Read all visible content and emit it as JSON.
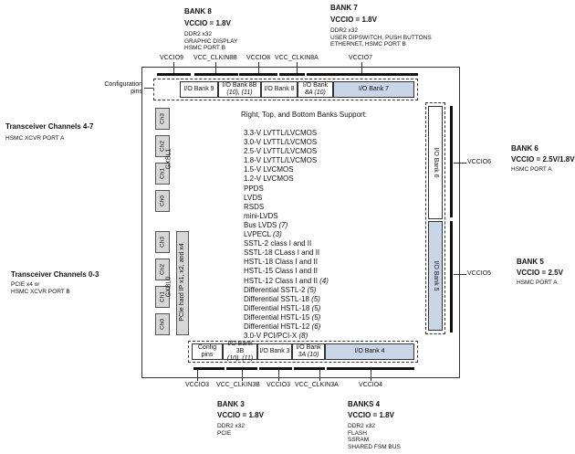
{
  "top_banks": {
    "bank8": {
      "title": "BANK 8",
      "vccio": "VCCIO = 1.8V",
      "desc": [
        "DDR2 x32",
        "GRAPHIC DISPLAY",
        "HSMC PORT B"
      ]
    },
    "bank7": {
      "title": "BANK 7",
      "vccio": "VCCIO = 1.8V",
      "desc": [
        "DDR2 x32",
        "USER DIPSWITCH, PUSH BUTTONS",
        "ETHERNET, HSMC PORT B"
      ]
    }
  },
  "top_pins": [
    "VCCIO9",
    "VCC_CLKIN8B",
    "VCCIO8",
    "VCC_CLKIN8A",
    "VCCIO7"
  ],
  "config_pins_left": "Configuration\npins",
  "top_row": {
    "io9": "I/O Bank 9",
    "io8b": "I/O Bank 8B",
    "io8b_sub": "(10), (11)",
    "io8": "I/O Bank 8",
    "io8a": "I/O Bank",
    "io8a_sub": "8A (10)",
    "io7": "I/O Bank 7"
  },
  "left_side": {
    "ch_upper": [
      "Ch3",
      "Ch2",
      "Ch1",
      "Ch0"
    ],
    "gxbl1": "GXBL1",
    "ch_lower": [
      "Ch3",
      "Ch2",
      "Ch1",
      "Ch0"
    ],
    "gxbl0": "GXBL0",
    "pcie": "PCIe hard IP x1, x2, and x4",
    "transceiver_47": "Transceiver Channels 4-7",
    "transceiver_47_port": "HSMC XCVR PORT A",
    "transceiver_03": "Transceiver Channels 0-3",
    "transceiver_03_desc": [
      "PCIE x4 or",
      "HSMC XCVR PORT B"
    ]
  },
  "support_title": "Right, Top, and Bottom  Banks Support:",
  "standards": [
    {
      "t": "3.3-V LVTTL/LVCMOS",
      "n": ""
    },
    {
      "t": "3.0-V LVTTL/LVCMOS",
      "n": ""
    },
    {
      "t": "2.5-V LVTTL/LVCMOS",
      "n": ""
    },
    {
      "t": "1.8-V LVTTL/LVCMOS",
      "n": ""
    },
    {
      "t": "1.5-V LVCMOS",
      "n": ""
    },
    {
      "t": "1.2-V LVCMOS",
      "n": ""
    },
    {
      "t": "PPDS",
      "n": ""
    },
    {
      "t": "LVDS",
      "n": ""
    },
    {
      "t": "RSDS",
      "n": ""
    },
    {
      "t": "mini-LVDS",
      "n": ""
    },
    {
      "t": "Bus LVDS ",
      "n": "(7)"
    },
    {
      "t": "LVPECL ",
      "n": "(3)"
    },
    {
      "t": "SSTL-2 class I and II",
      "n": ""
    },
    {
      "t": "SSTL-18 CLass I and II",
      "n": ""
    },
    {
      "t": "HSTL-18 Class I and II",
      "n": ""
    },
    {
      "t": "HSTL-15 Class I and II",
      "n": ""
    },
    {
      "t": "HSTL-12 Class I and II ",
      "n": "(4)"
    },
    {
      "t": "Differential SSTL-2 ",
      "n": "(5)"
    },
    {
      "t": "Differential SSTL-18 ",
      "n": "(5)"
    },
    {
      "t": "Differential HSTL-18 ",
      "n": "(5)"
    },
    {
      "t": "Differential HSTL-15 ",
      "n": "(5)"
    },
    {
      "t": "Differential HSTL-12 ",
      "n": "(6)"
    },
    {
      "t": "3.0-V PCI/PCI-X ",
      "n": "(8)"
    }
  ],
  "right_side": {
    "io6": "I/O Bank 6",
    "io5": "I/O Bank 5",
    "vccio6": "VCCIO6",
    "vccio5": "VCCIO5",
    "bank6": {
      "title": "BANK 6",
      "vccio": "VCCIO = 2.5V/1.8V",
      "port": "HSMC PORT A"
    },
    "bank5": {
      "title": "BANK 5",
      "vccio": "VCCIO = 2.5V",
      "port": "HSMC PORT A"
    }
  },
  "bottom_row": {
    "config": "Config",
    "config_sub": "pins",
    "io3b": "I/O Bank 3B",
    "io3b_sub": "(10), (11)",
    "io3": "I/O Bank 3",
    "io3a": "I/O Bank",
    "io3a_sub": "3A (10)",
    "io4": "I/O Bank 4"
  },
  "bottom_pins": [
    "VCCIO3",
    "VCC_CLKIN3B",
    "VCCIO3",
    "VCC_CLKIN3A",
    "VCCIO4"
  ],
  "bottom_banks": {
    "bank3": {
      "title": "BANK 3",
      "vccio": "VCCIO = 1.8V",
      "desc": [
        "DDR2 x32",
        "PCIE"
      ]
    },
    "bank4": {
      "title": "BANKS 4",
      "vccio": "VCCIO = 1.8V",
      "desc": [
        "DDR2 x32",
        "FLASH",
        "SSRAM",
        "SHARED FSM BUS"
      ]
    }
  }
}
